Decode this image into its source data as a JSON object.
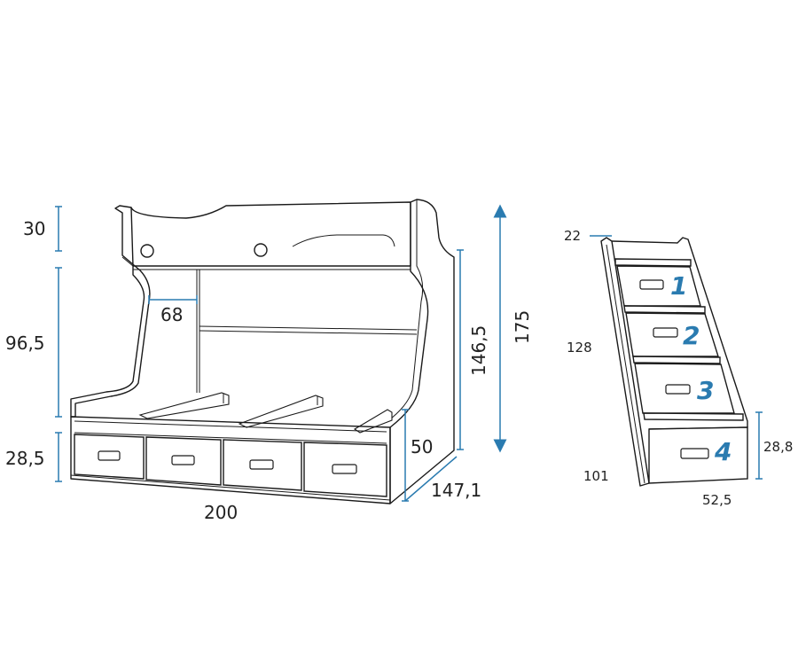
{
  "bed": {
    "dims": {
      "top_rail": "30",
      "upper_height": "96,5",
      "lower_height": "28,5",
      "ladder_gap": "68",
      "front_height": "146,5",
      "total_height": "175",
      "drawer_height": "50",
      "depth": "147,1",
      "length": "200"
    }
  },
  "stairs": {
    "dims": {
      "top_step": "22",
      "height": "128",
      "depth": "101",
      "width": "52,5",
      "bottom_step": "28,8"
    },
    "step_numbers": [
      "1",
      "2",
      "3",
      "4"
    ]
  },
  "colors": {
    "dimension_lines": "#2a7bb0",
    "outline": "#1a1a1a",
    "step_numbers": "#2a7bb0"
  }
}
